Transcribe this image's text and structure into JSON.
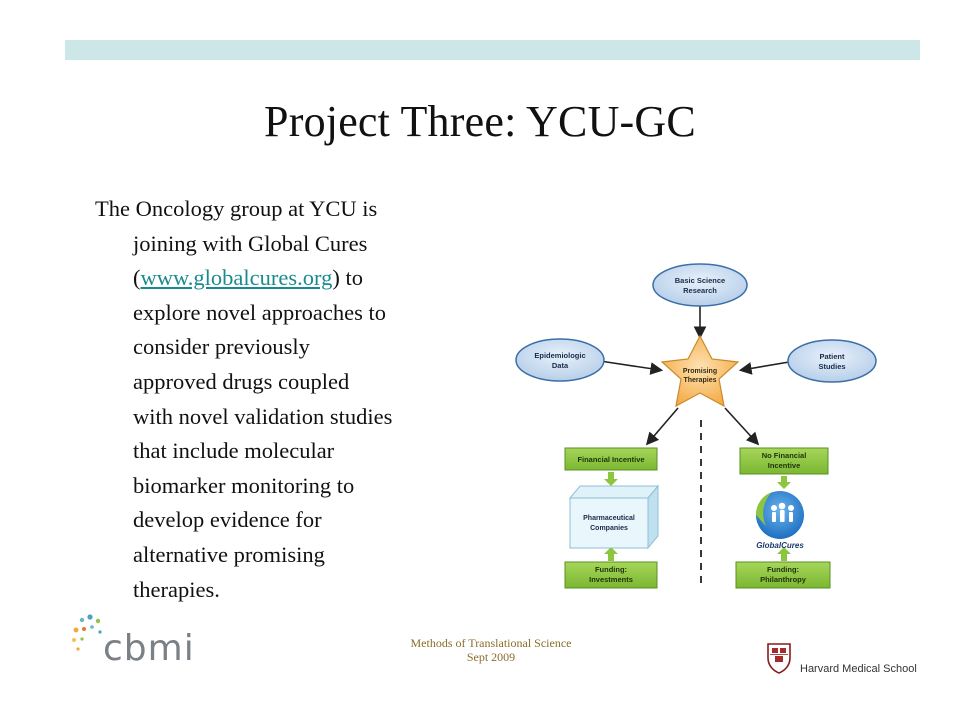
{
  "slide": {
    "title": "Project Three: YCU-GC",
    "body_lines": [
      "The Oncology group at YCU is",
      "joining with Global Cures",
      "(",
      "www.globalcures.org",
      ") to",
      "explore novel approaches to",
      "consider previously",
      "approved drugs coupled",
      "with novel validation studies",
      "that include molecular",
      "biomarker monitoring to",
      "develop evidence for",
      "alternative promising",
      "therapies."
    ]
  },
  "diagram": {
    "basic_science": [
      "Basic Science",
      "Research"
    ],
    "epidemiologic": [
      "Epidemiologic",
      "Data"
    ],
    "patient": [
      "Patient",
      "Studies"
    ],
    "promising": [
      "Promising",
      "Therapies"
    ],
    "financial_incentive": "Financial Incentive",
    "no_financial_incentive": [
      "No Financial",
      "Incentive"
    ],
    "pharma": [
      "Pharmaceutical",
      "Companies"
    ],
    "globalcures_label": "GlobalCures",
    "funding_investments": [
      "Funding:",
      "Investments"
    ],
    "funding_philanthropy": [
      "Funding:",
      "Philanthropy"
    ]
  },
  "footer": {
    "logo_text": "cbmi",
    "center_line1": "Methods of Translational Science",
    "center_line2": "Sept 2009",
    "hms_text": "Harvard Medical School"
  },
  "colors": {
    "top_bar": "#cde6e7",
    "link": "#1a8a8f",
    "green_box": "#8cc63e",
    "star": "#f7b657"
  }
}
